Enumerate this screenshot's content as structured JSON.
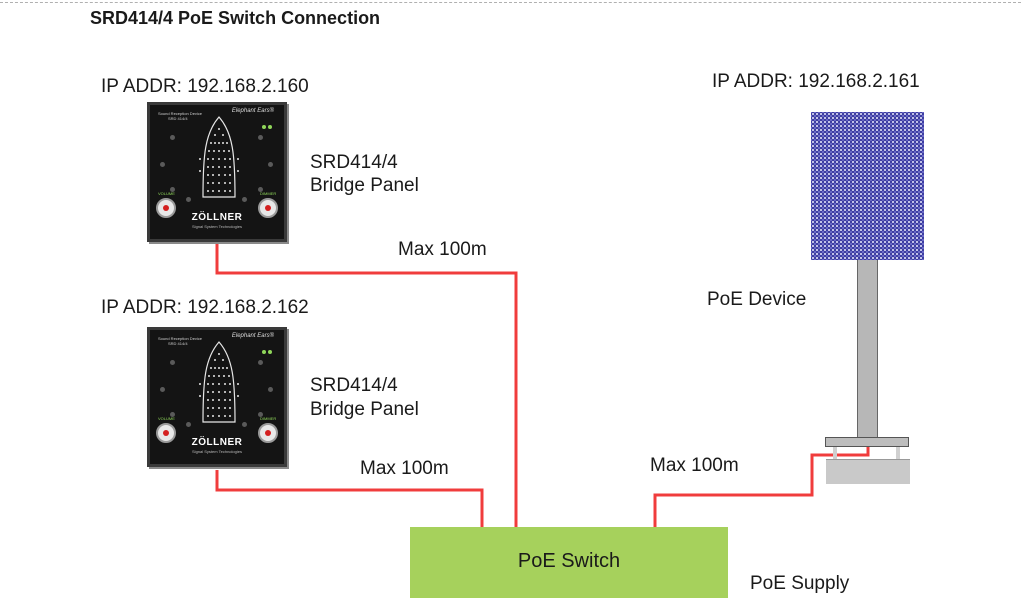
{
  "title": "SRD414/4 PoE Switch Connection",
  "panels": [
    {
      "ip_label": "IP ADDR: 192.168.2.160",
      "name_line1": "SRD414/4",
      "name_line2": "Bridge Panel",
      "cable_label": "Max 100m"
    },
    {
      "ip_label": "IP ADDR: 192.168.2.162",
      "name_line1": "SRD414/4",
      "name_line2": "Bridge Panel",
      "cable_label": "Max 100m"
    }
  ],
  "panel_face": {
    "device_line1": "Sound Reception Device",
    "device_line2": "SRD 414/4",
    "brand_top": "Elephant Ears®",
    "knob_left": "VOLUME",
    "knob_right": "DIMMER",
    "logo": "ZÖLLNER",
    "logo_sub": "Signal System Technologies"
  },
  "poe_device": {
    "ip_label": "IP ADDR: 192.168.2.161",
    "name": "PoE Device",
    "cable_label": "Max 100m"
  },
  "switch": {
    "label": "PoE Switch",
    "supply_label": "PoE Supply"
  },
  "colors": {
    "cable": "#f03c3c",
    "switch": "#a6d15c",
    "panel": "#141414",
    "device_screen": "#3a3a9e"
  }
}
